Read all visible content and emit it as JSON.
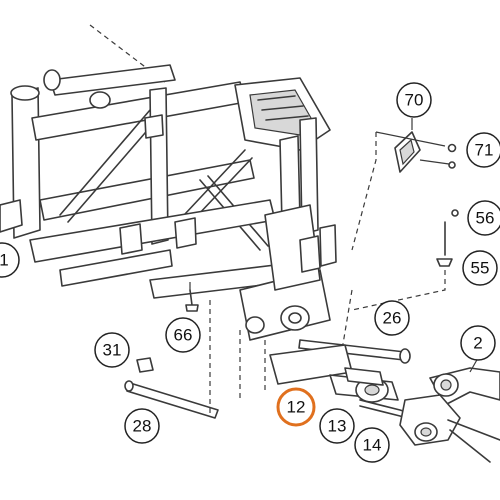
{
  "diagram": {
    "highlight_color": "#e0701e",
    "line_color": "#3a3a3a",
    "callouts": [
      {
        "id": "c70",
        "label": "70"
      },
      {
        "id": "c71",
        "label": "71"
      },
      {
        "id": "c56",
        "label": "56"
      },
      {
        "id": "c55",
        "label": "55"
      },
      {
        "id": "c26",
        "label": "26"
      },
      {
        "id": "c2",
        "label": "2"
      },
      {
        "id": "c1",
        "label": "1"
      },
      {
        "id": "c66",
        "label": "66"
      },
      {
        "id": "c31",
        "label": "31"
      },
      {
        "id": "c28",
        "label": "28"
      },
      {
        "id": "c12",
        "label": "12",
        "highlighted": true
      },
      {
        "id": "c13",
        "label": "13"
      },
      {
        "id": "c14",
        "label": "14"
      }
    ]
  }
}
